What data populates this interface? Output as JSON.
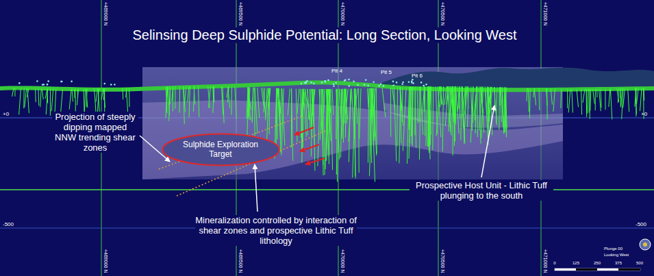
{
  "diagram": {
    "title": "Selinsing Deep Sulphide Potential: Long Section, Looking West",
    "nodes": [
      {
        "text": [
          "Sulphide Exploration Target"
        ]
      }
    ],
    "labels": [
      "Projection of steeply dipping mapped NNW trending shear zones",
      "Mineralization controlled by interaction of shear zones and prospective Lithic Tuff lithology",
      "Prospective Host Unit - Lithic Tuff plunging to the south",
      "Pit 4",
      "Pit 5",
      "Pit 6",
      "+469000 N",
      "+469500 N",
      "+470000 N",
      "+470500 N",
      "+471000 N",
      "+469000 N",
      "+469500 N",
      "+470000 N",
      "+470500 N",
      "+471000 N",
      "+0",
      "+0",
      "-500",
      "-500",
      "Plunge 00",
      "Looking West",
      "0",
      "125",
      "250",
      "375",
      "500"
    ]
  }
}
